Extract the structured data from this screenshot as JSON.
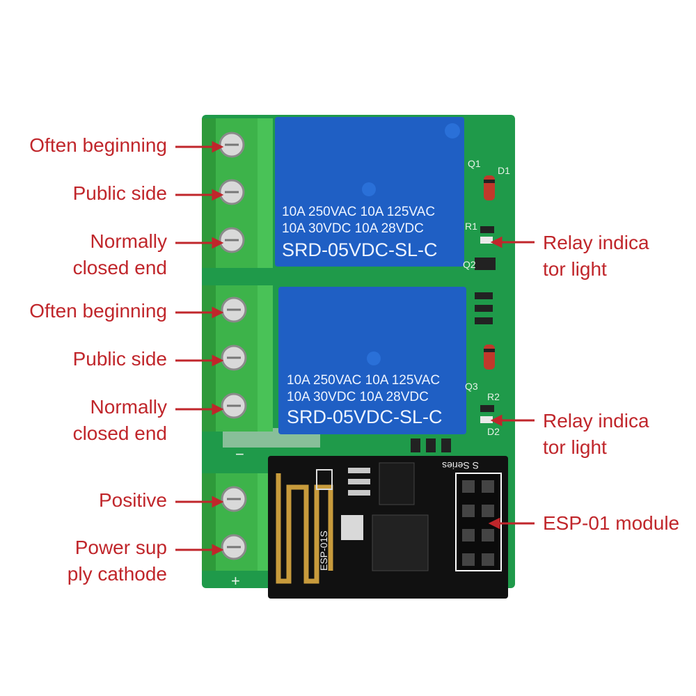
{
  "labels_left": [
    {
      "lines": [
        "Often beginning"
      ]
    },
    {
      "lines": [
        "Public side"
      ]
    },
    {
      "lines": [
        "Normally",
        "closed end"
      ]
    },
    {
      "lines": [
        "Often beginning"
      ]
    },
    {
      "lines": [
        "Public side"
      ]
    },
    {
      "lines": [
        "Normally",
        "closed end"
      ]
    },
    {
      "lines": [
        "Positive"
      ]
    },
    {
      "lines": [
        "Power sup",
        "ply cathode"
      ]
    }
  ],
  "labels_right": [
    {
      "lines": [
        "Relay indica",
        "tor light"
      ]
    },
    {
      "lines": [
        "Relay indica",
        "tor light"
      ]
    },
    {
      "lines": [
        "ESP-01 module"
      ]
    }
  ],
  "relay1": {
    "line1": "10A 250VAC  10A 125VAC",
    "line2": "10A  30VDC  10A  28VDC",
    "model": "SRD-05VDC-SL-C"
  },
  "relay2": {
    "line1": "10A 250VAC  10A 125VAC",
    "line2": "10A  30VDC  10A  28VDC",
    "model": "SRD-05VDC-SL-C"
  },
  "esp_module": {
    "series_text": "S Series",
    "chip_text": "ESP-01S"
  },
  "silkscreen": {
    "minus": "−",
    "plus": "+",
    "q1": "Q1",
    "d1": "D1",
    "r1": "R1",
    "q2": "Q2",
    "d2": "D2",
    "r2": "R2",
    "q3": "Q3"
  },
  "colors": {
    "label": "#c0262b",
    "pcb": "#1f9a4a",
    "terminal": "#3db34a",
    "relay": "#1f5fc4",
    "esp": "#111111"
  }
}
